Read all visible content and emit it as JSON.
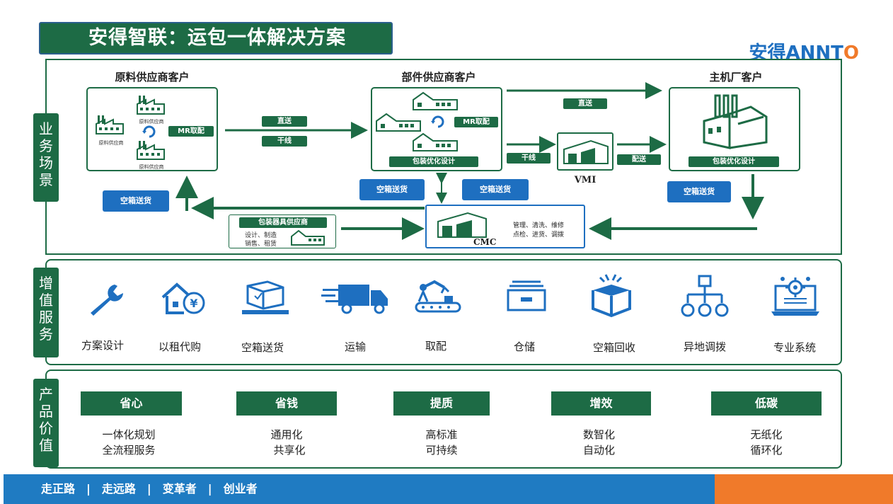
{
  "header": {
    "title": "安得智联：运包一体解决方案",
    "logo_cn": "安得",
    "logo_en_a": "ANNT",
    "logo_en_b": "O"
  },
  "colors": {
    "green": "#1d6b45",
    "blue": "#1e6fc0",
    "orange": "#f07a2a"
  },
  "scenario": {
    "tab": "业务场景",
    "raw": {
      "title": "原料供应商客户",
      "supplier_label": "原料供应商",
      "tag": "MR取配"
    },
    "parts": {
      "title": "部件供应商客户",
      "tag_mr": "MR取配",
      "tag_design": "包装优化设计"
    },
    "oem": {
      "title": "主机厂客户",
      "tag_design": "包装优化设计"
    },
    "flows": {
      "direct1": "直送",
      "trunk1": "干线",
      "direct2": "直送",
      "trunk2": "干线",
      "deliver": "配送"
    },
    "vmi": "VMI",
    "cmc": {
      "label": "CMC",
      "desc_line1": "管理、清洗、维修",
      "desc_line2": "点检、进货、调拨"
    },
    "packer": {
      "title": "包装器具供应商",
      "line1": "设计、制造",
      "line2": "销售、租赁"
    },
    "empty_box": {
      "a": "空箱送货",
      "b": "空箱送货",
      "c": "空箱送货",
      "d": "空箱送货"
    }
  },
  "services": {
    "tab": "增值服务",
    "items": [
      {
        "label": "方案设计",
        "icon": "wrench-icon"
      },
      {
        "label": "以租代购",
        "icon": "house-yen-icon"
      },
      {
        "label": "空箱送货",
        "icon": "box-pallet-icon"
      },
      {
        "label": "运输",
        "icon": "truck-icon"
      },
      {
        "label": "取配",
        "icon": "robot-arm-icon"
      },
      {
        "label": "仓储",
        "icon": "drawer-icon"
      },
      {
        "label": "空箱回收",
        "icon": "open-box-icon"
      },
      {
        "label": "异地调拨",
        "icon": "hierarchy-icon"
      },
      {
        "label": "专业系统",
        "icon": "laptop-gear-icon"
      }
    ]
  },
  "values": {
    "tab": "产品价值",
    "items": [
      {
        "head": "省心",
        "line1": "一体化规划",
        "line2": "全流程服务"
      },
      {
        "head": "省钱",
        "line1": "通用化",
        "line2": "共享化"
      },
      {
        "head": "提质",
        "line1": "高标准",
        "line2": "可持续"
      },
      {
        "head": "增效",
        "line1": "数智化",
        "line2": "自动化"
      },
      {
        "head": "低碳",
        "line1": "无纸化",
        "line2": "循环化"
      }
    ]
  },
  "footer": {
    "items": [
      "走正路",
      "走远路",
      "变革者",
      "创业者"
    ],
    "sep": "|"
  }
}
